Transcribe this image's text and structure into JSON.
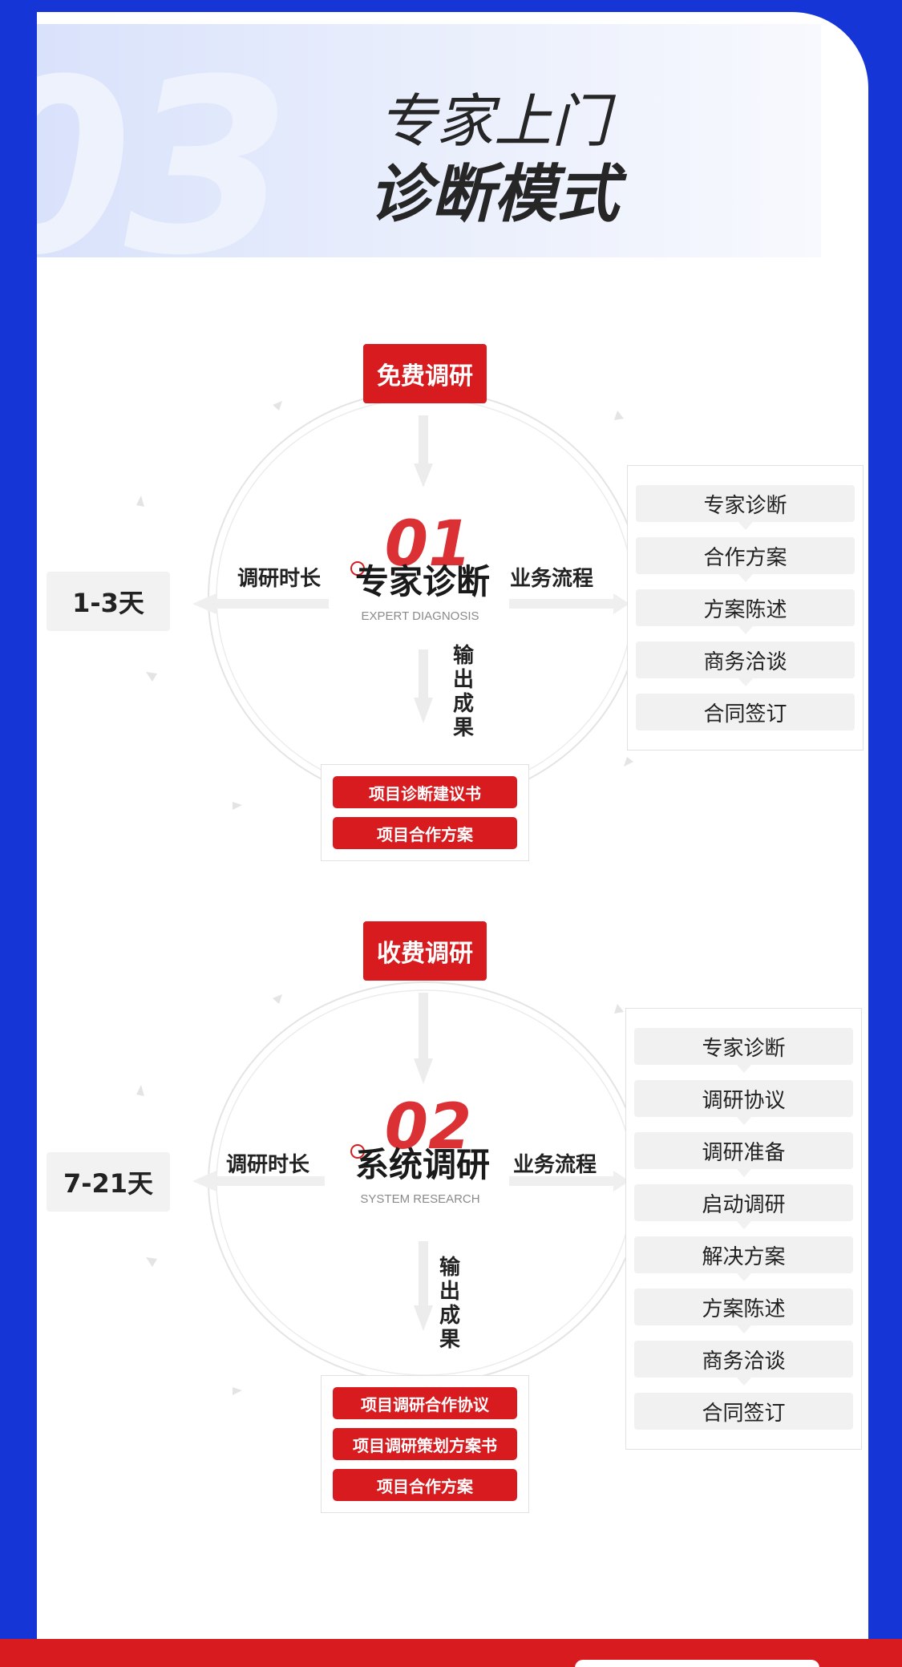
{
  "header": {
    "number": "03",
    "title_line1": "专家上门",
    "title_line2": "诊断模式"
  },
  "sections": [
    {
      "tag": "免费调研",
      "number": "01",
      "title": "专家诊断",
      "subtitle": "EXPERT DIAGNOSIS",
      "duration_label": "调研时长",
      "duration_value": "1-3天",
      "process_label": "业务流程",
      "process_steps": [
        "专家诊断",
        "合作方案",
        "方案陈述",
        "商务洽谈",
        "合同签订"
      ],
      "output_label": "输出成果",
      "outputs": [
        "项目诊断建议书",
        "项目合作方案"
      ]
    },
    {
      "tag": "收费调研",
      "number": "02",
      "title": "系统调研",
      "subtitle": "SYSTEM RESEARCH",
      "duration_label": "调研时长",
      "duration_value": "7-21天",
      "process_label": "业务流程",
      "process_steps": [
        "专家诊断",
        "调研协议",
        "调研准备",
        "启动调研",
        "解决方案",
        "方案陈述",
        "商务洽谈",
        "合同签订"
      ],
      "output_label": "输出成果",
      "outputs": [
        "项目调研合作协议",
        "项目调研策划方案书",
        "项目合作方案"
      ]
    }
  ],
  "colors": {
    "frame_blue": "#1535d6",
    "accent_red": "#d81b1f",
    "chip_gray": "#f1f1f1"
  }
}
